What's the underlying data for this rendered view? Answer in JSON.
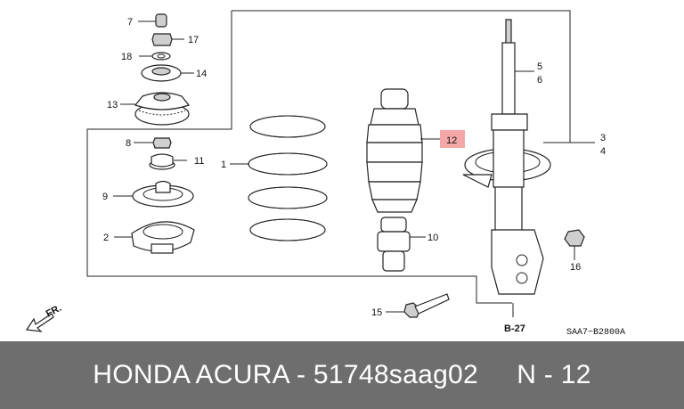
{
  "callouts": {
    "c1": "1",
    "c2": "2",
    "c3": "3",
    "c4": "4",
    "c5": "5",
    "c6": "6",
    "c7": "7",
    "c8": "8",
    "c9": "9",
    "c10": "10",
    "c11": "11",
    "c12": "12",
    "c13": "13",
    "c14": "14",
    "c15": "15",
    "c16": "16",
    "c17": "17",
    "c18": "18"
  },
  "reference": "B-27",
  "diagram_code": "SAA7−B2800A",
  "direction_label": "FR.",
  "caption": "HONDA ACURA - 51748saag02     N - 12",
  "colors": {
    "caption_bg": "#6e6e6e",
    "caption_text": "#ffffff",
    "highlight": "#f4a7a7"
  }
}
